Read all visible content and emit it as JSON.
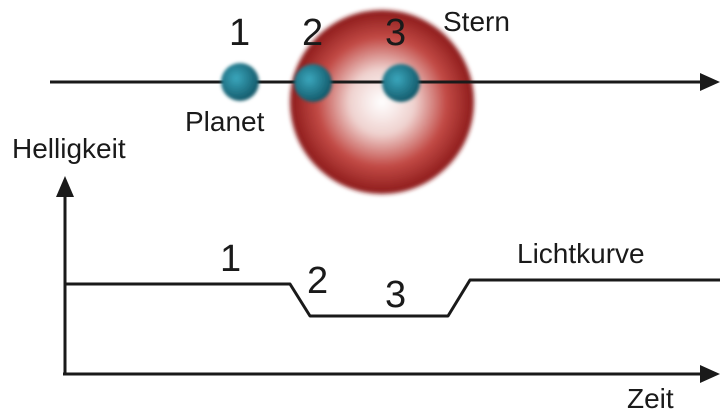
{
  "diagram": {
    "top": {
      "positions": [
        "1",
        "2",
        "3"
      ],
      "star_label": "Stern",
      "planet_label": "Planet"
    },
    "graph": {
      "y_axis_label": "Helligkeit",
      "x_axis_label": "Zeit",
      "curve_label": "Lichtkurve",
      "phase_labels": [
        "1",
        "2",
        "3"
      ]
    }
  },
  "colors": {
    "star_core": "#ffffff",
    "star_edge": "#9c1f1f",
    "planet": "#1f7e93",
    "lines": "#1a1a1a"
  }
}
